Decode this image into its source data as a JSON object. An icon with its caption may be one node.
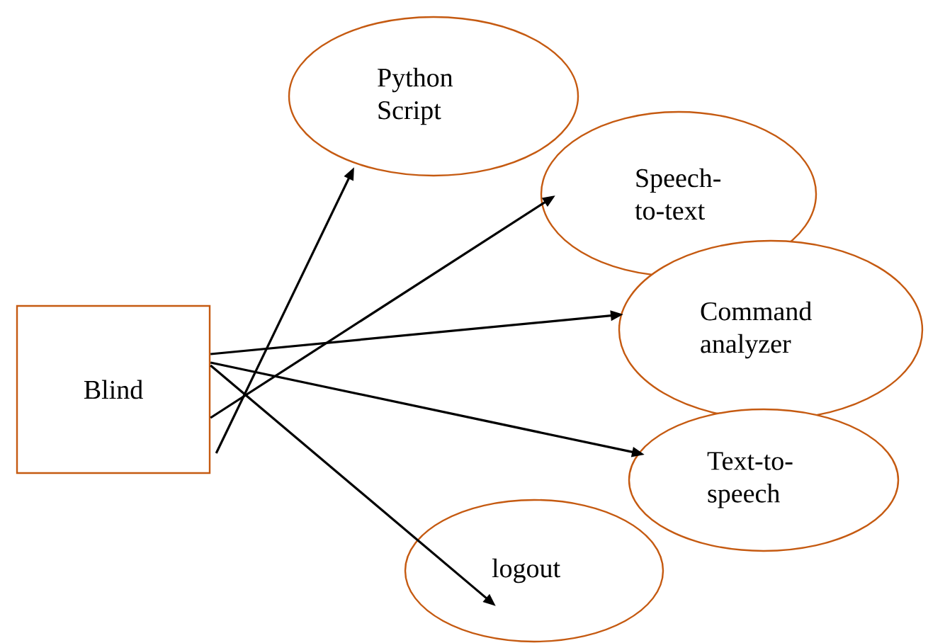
{
  "diagram": {
    "nodes": [
      {
        "text": [
          "Blind"
        ]
      },
      {
        "text": [
          "Python Script"
        ]
      },
      {
        "text": [
          "Speech-to-text"
        ]
      },
      {
        "text": [
          "Command analyzer"
        ]
      },
      {
        "text": [
          "Text-to-speech"
        ]
      },
      {
        "text": [
          "logout"
        ]
      }
    ],
    "edges": [
      {
        "from": 0,
        "to": 1,
        "arrow": "to"
      },
      {
        "from": 0,
        "to": 2,
        "arrow": "to"
      },
      {
        "from": 0,
        "to": 3,
        "arrow": "to"
      },
      {
        "from": 0,
        "to": 4,
        "arrow": "to"
      },
      {
        "from": 0,
        "to": 5,
        "arrow": "to"
      }
    ]
  }
}
